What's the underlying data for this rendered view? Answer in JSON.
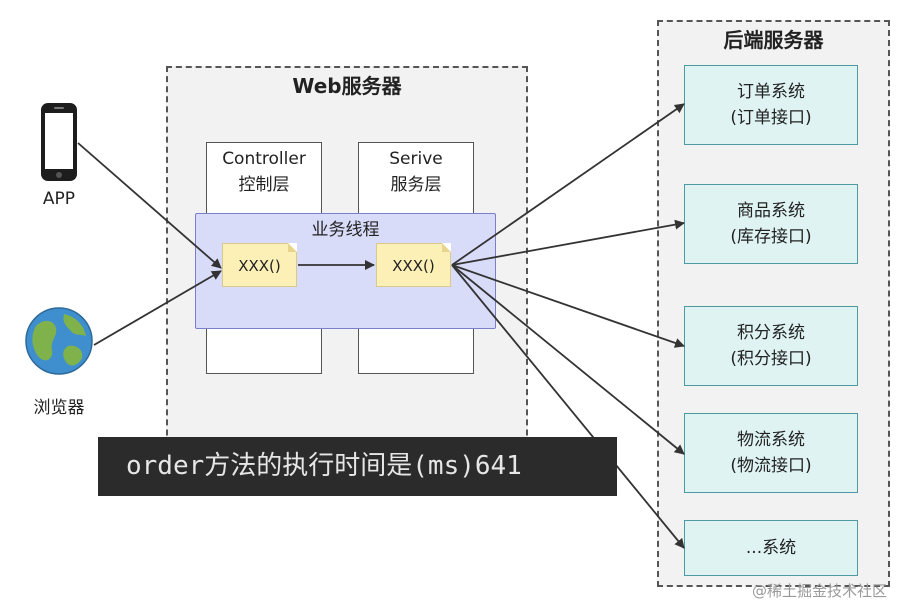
{
  "diagram": {
    "web_server_title": "Web服务器",
    "backend_title": "后端服务器",
    "controller_label": [
      "Controller",
      "控制层"
    ],
    "service_label": [
      "Serive",
      "服务层"
    ],
    "thread_label": "业务线程",
    "method1": "XXX()",
    "method2": "XXX()",
    "clients": {
      "app": "APP",
      "browser": "浏览器"
    },
    "services": [
      {
        "name": "订单系统",
        "api": "(订单接口)"
      },
      {
        "name": "商品系统",
        "api": "(库存接口)"
      },
      {
        "name": "积分系统",
        "api": "(积分接口)"
      },
      {
        "name": "物流系统",
        "api": "(物流接口)"
      },
      {
        "name": "...系统",
        "api": ""
      }
    ]
  },
  "overlay_text": "order方法的执行时间是(ms)641",
  "watermark": "@稀土掘金技术社区",
  "colors": {
    "thread_fill": "#d9dcf9",
    "method_fill": "#fdf0b6",
    "service_fill": "#dff3f3",
    "overlay_bg": "#2b2b2b"
  }
}
